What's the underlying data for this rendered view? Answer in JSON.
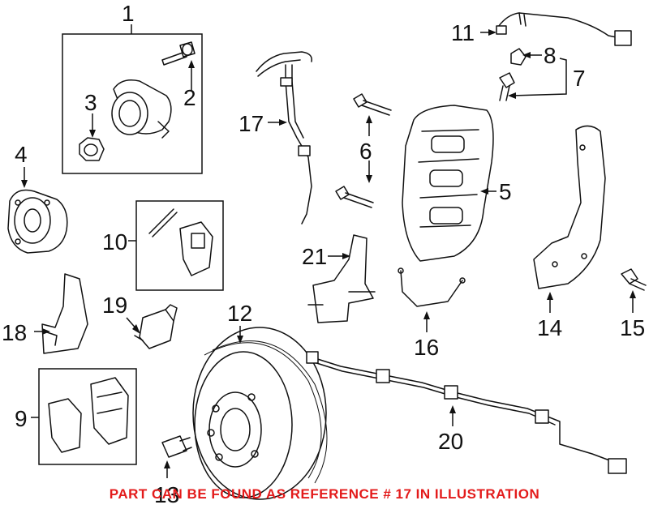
{
  "callouts": {
    "c1": "1",
    "c2": "2",
    "c3": "3",
    "c4": "4",
    "c5": "5",
    "c6": "6",
    "c7": "7",
    "c8": "8",
    "c9": "9",
    "c10": "10",
    "c11": "11",
    "c12": "12",
    "c13": "13",
    "c14": "14",
    "c15": "15",
    "c16": "16",
    "c17": "17",
    "c18": "18",
    "c19": "19",
    "c20": "20",
    "c21": "21"
  },
  "note": {
    "text": "PART CAN BE FOUND AS REFERENCE # 17 IN ILLUSTRATION",
    "color": "#e31b1b"
  },
  "colors": {
    "line": "#111111",
    "background": "#ffffff"
  }
}
